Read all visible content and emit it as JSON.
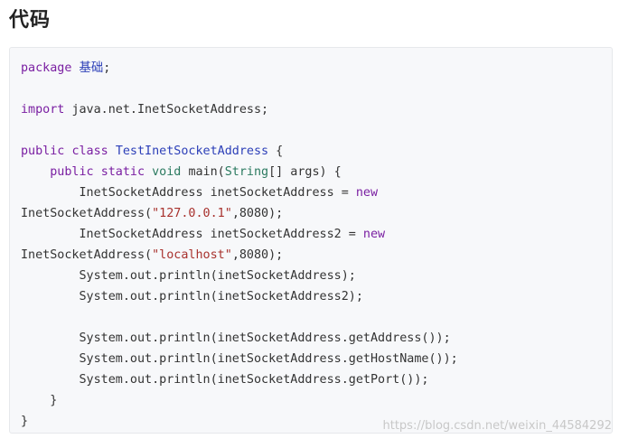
{
  "heading": "代码",
  "code_lines": [
    [
      {
        "t": "package ",
        "c": "kw"
      },
      {
        "t": "基础",
        "c": "cls"
      },
      {
        "t": ";",
        "c": "plain"
      }
    ],
    [],
    [
      {
        "t": "import ",
        "c": "kw"
      },
      {
        "t": "java.net.InetSocketAddress;",
        "c": "plain"
      }
    ],
    [],
    [
      {
        "t": "public ",
        "c": "kw"
      },
      {
        "t": "class ",
        "c": "kw"
      },
      {
        "t": "TestInetSocketAddress",
        "c": "cls"
      },
      {
        "t": " {",
        "c": "plain"
      }
    ],
    [
      {
        "t": "    ",
        "c": "plain"
      },
      {
        "t": "public ",
        "c": "kw"
      },
      {
        "t": "static ",
        "c": "kw"
      },
      {
        "t": "void ",
        "c": "type"
      },
      {
        "t": "main(",
        "c": "plain"
      },
      {
        "t": "String",
        "c": "type"
      },
      {
        "t": "[] args) {",
        "c": "plain"
      }
    ],
    [
      {
        "t": "        InetSocketAddress inetSocketAddress = ",
        "c": "plain"
      },
      {
        "t": "new",
        "c": "kw"
      }
    ],
    [
      {
        "t": "InetSocketAddress(",
        "c": "plain"
      },
      {
        "t": "\"127.0.0.1\"",
        "c": "str"
      },
      {
        "t": ",8080);",
        "c": "plain"
      }
    ],
    [
      {
        "t": "        InetSocketAddress inetSocketAddress2 = ",
        "c": "plain"
      },
      {
        "t": "new",
        "c": "kw"
      }
    ],
    [
      {
        "t": "InetSocketAddress(",
        "c": "plain"
      },
      {
        "t": "\"localhost\"",
        "c": "str"
      },
      {
        "t": ",8080);",
        "c": "plain"
      }
    ],
    [
      {
        "t": "        System.out.println(inetSocketAddress);",
        "c": "plain"
      }
    ],
    [
      {
        "t": "        System.out.println(inetSocketAddress2);",
        "c": "plain"
      }
    ],
    [],
    [
      {
        "t": "        System.out.println(inetSocketAddress.getAddress());",
        "c": "plain"
      }
    ],
    [
      {
        "t": "        System.out.println(inetSocketAddress.getHostName());",
        "c": "plain"
      }
    ],
    [
      {
        "t": "        System.out.println(inetSocketAddress.getPort());",
        "c": "plain"
      }
    ],
    [
      {
        "t": "    }",
        "c": "plain"
      }
    ],
    [
      {
        "t": "}",
        "c": "plain"
      }
    ]
  ],
  "watermark": "https://blog.csdn.net/weixin_44584292",
  "colors": {
    "keyword": "#7a1fa2",
    "class_name": "#2c3fb8",
    "type": "#2b7a60",
    "string": "#a8322e",
    "plain": "#333333",
    "code_background": "#f7f8fa"
  }
}
